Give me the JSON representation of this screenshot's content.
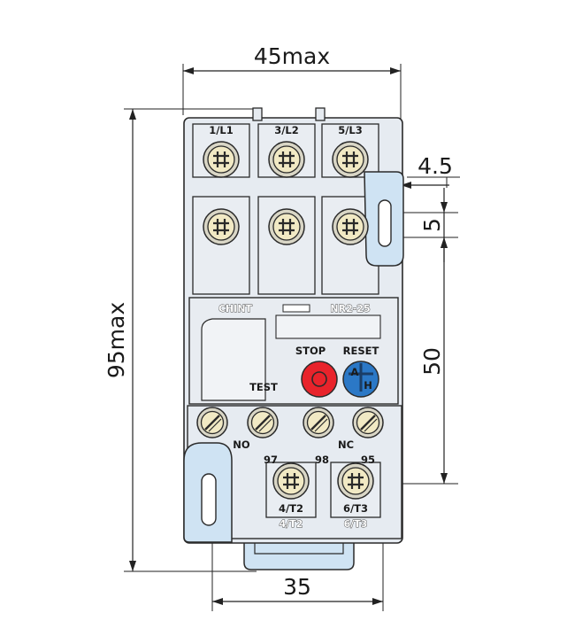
{
  "dimensions": {
    "width": "45max",
    "height": "95max",
    "side_offset": "4.5",
    "slot": "5",
    "mount": "50",
    "bottom_mount": "35"
  },
  "terminals": {
    "top": [
      "1/L1",
      "3/L2",
      "5/L3"
    ],
    "aux_no": "NO",
    "aux_nc": "NC",
    "aux_numbers": [
      "97",
      "98",
      "95"
    ],
    "bottom": [
      "4/T2",
      "6/T3"
    ],
    "bottom_shadow": [
      "4/T2",
      "6/T3"
    ]
  },
  "panel": {
    "brand": "CHINT",
    "model": "NR2-25",
    "stop": "STOP",
    "reset": "RESET",
    "reset_a": "A",
    "reset_h": "H",
    "test": "TEST"
  },
  "colors": {
    "stop_button": "#e8232b",
    "reset_button": "#2b78c6",
    "clip": "#cfe3f3",
    "body": "#e6ebf1"
  }
}
